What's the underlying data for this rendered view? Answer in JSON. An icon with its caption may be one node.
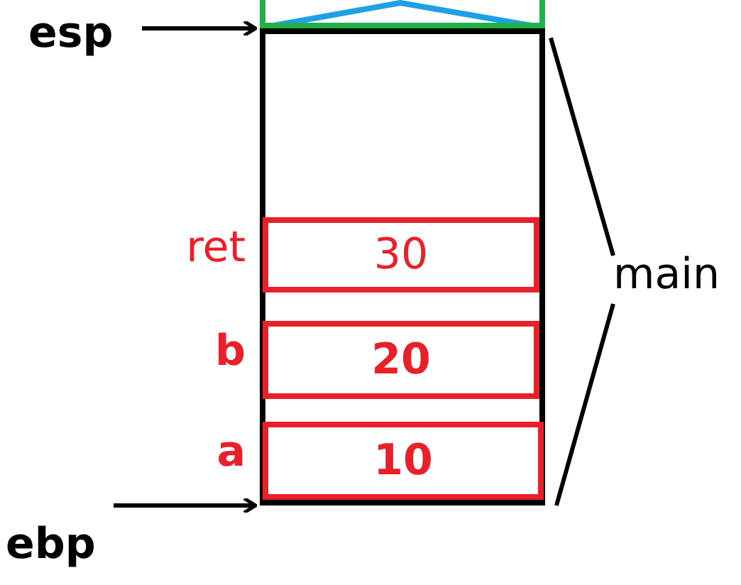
{
  "diagram": {
    "nodes": [
      {
        "text": [],
        "shape": "box"
      },
      {
        "text": [
          "30"
        ],
        "in": 0,
        "beside": [
          "ret"
        ]
      },
      {
        "text": [
          "20"
        ],
        "in": 0,
        "beside": [
          "b"
        ]
      },
      {
        "text": [
          "10"
        ],
        "in": 0,
        "beside": [
          "a"
        ]
      },
      {
        "text": [
          "esp"
        ]
      },
      {
        "text": [
          "ebp"
        ]
      },
      {
        "text": [
          "main"
        ]
      },
      {
        "text": [],
        "shape": "box"
      }
    ],
    "edges": [
      {
        "from": 4,
        "to": 0,
        "arrow": "to"
      },
      {
        "from": 5,
        "to": 0,
        "arrow": "to"
      },
      {
        "from": 6,
        "to": 0,
        "arrow": "none"
      },
      {
        "from": 6,
        "to": 0,
        "arrow": "none"
      }
    ]
  }
}
